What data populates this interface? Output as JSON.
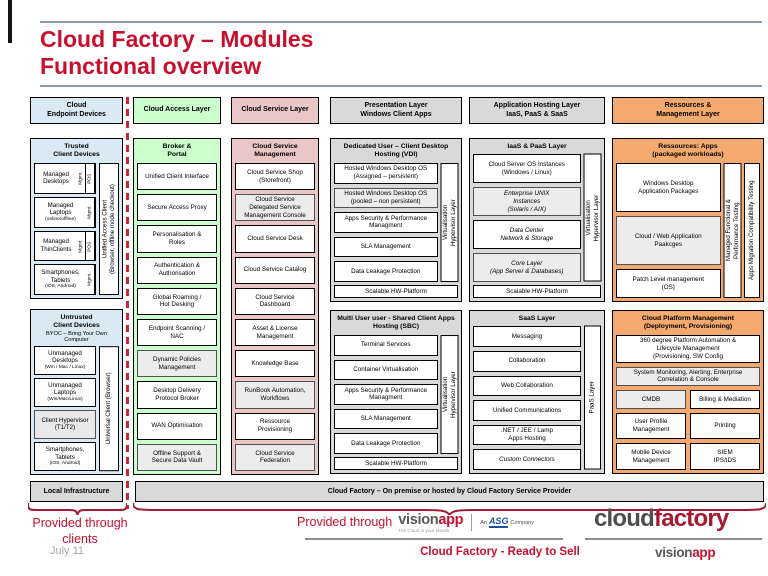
{
  "title": {
    "line1": "Cloud Factory – Modules",
    "line2": "Functional overview"
  },
  "colors": {
    "accent-red": "#c8102e",
    "brace-red": "#a11c33",
    "dash-red": "#cf2233",
    "blue": "#d9eaf4",
    "green": "#ccffcc",
    "pink": "#eac6c6",
    "gray": "#d9d9d9",
    "orange": "#f4a96e",
    "rule-gray": "#8e9aa6",
    "logo-gray": "#4d4d4f",
    "logo-red": "#a51931",
    "vision-gray": "#58595b",
    "asg-blue": "#1b4f9c",
    "footer-gray": "#a6a6a6"
  },
  "headers": [
    "Cloud\nEndpoint Devices",
    "Cloud Access Layer",
    "Cloud Service Layer",
    "Presentation Layer\nWindows Client Apps",
    "Application Hosting Layer\nIaaS, PaaS & SaaS",
    "Ressources &\nManagement Layer"
  ],
  "endpoint": {
    "trusted": {
      "title": "Trusted\nClient Devices",
      "devices": [
        {
          "label": "Managed\nDesktops",
          "tags": [
            "Mgmt.",
            "POS"
          ]
        },
        {
          "label": "Managed\nLaptops",
          "sub": "(online/offline)",
          "tags": [
            "Mgmt."
          ]
        },
        {
          "label": "Managed\nThinClients",
          "tags": [
            "Mgmt.",
            "POS"
          ]
        },
        {
          "label": "Smartphones,\nTablets",
          "sub": "(iOS, Android)",
          "tags": [
            "Mgmt."
          ]
        }
      ],
      "side": "Unified Access Client\n(Browser, offline mode checkout)"
    },
    "untrusted": {
      "title": "Untrusted\nClient Devices",
      "subtitle": "BYOC – Bring Your Own\nComputer",
      "devices": [
        {
          "label": "Unmanaged\nDesktops",
          "sub": "(Win / Mac / Linux)"
        },
        {
          "label": "Unmanaged\nLaptops",
          "sub": "(Win/Mac/Linux)"
        },
        {
          "label": "Client Hypervisor\n(T1/T2)",
          "alt": true
        },
        {
          "label": "Smartphones,\nTablets",
          "sub": "(iOS, Android)"
        }
      ],
      "side": "Universal Client (Browser)"
    }
  },
  "access": {
    "title": "Broker &\nPortal",
    "items": [
      {
        "label": "Unified Client Interface"
      },
      {
        "label": "Secure Access Proxy"
      },
      {
        "label": "Personalisation &\nRoles"
      },
      {
        "label": "Authentication &\nAuthorisation"
      },
      {
        "label": "Global Roaming /\nHot Desking"
      },
      {
        "label": "Endpoint Scanning /\nNAC"
      },
      {
        "label": "Dynamic Policies\nManagement",
        "alt": true
      },
      {
        "label": "Desktop Delivery\nProtocol Broker"
      },
      {
        "label": "WAN Optimisation"
      },
      {
        "label": "Offline Support &\nSecure Data Vault",
        "alt": true
      }
    ]
  },
  "service": {
    "title": "Cloud Service\nManagement",
    "items": [
      {
        "label": "Cloud Service Shop\n(Storefront)"
      },
      {
        "label": "Cloud Service\nDelegated Service\nManagement Console",
        "alt": true
      },
      {
        "label": "Cloud Service Desk"
      },
      {
        "label": "Cloud Service Catalog"
      },
      {
        "label": "Cloud Service\nDashboard"
      },
      {
        "label": "Asset & License\nManagement"
      },
      {
        "label": "Knowledge Base"
      },
      {
        "label": "RunBook Automation,\nWorkflows",
        "alt": true
      },
      {
        "label": "Ressource\nProvisioning"
      },
      {
        "label": "Cloud Service\nFederation",
        "alt": true
      }
    ]
  },
  "presentation": {
    "vdi": {
      "title": "Dedicated User – Client Desktop\nHosting (VDI)",
      "items": [
        {
          "label": "Hosted Windows Desktop OS\n(Assigned – persistent)"
        },
        {
          "label": "Hosted Windows Desktop OS\n(pooled – non persistent)",
          "alt": true
        },
        {
          "label": "Apps Security & Performance\nManagment"
        },
        {
          "label": "SLA Management"
        },
        {
          "label": "Data Leakage Protection"
        }
      ],
      "side": "Virtualisation\nHypervisor Layer",
      "bottom": "Scalable HW-Platform"
    },
    "sbc": {
      "title": "Multi User user - Shared Client Apps\nHosting (SBC)",
      "items": [
        {
          "label": "Terminal Services"
        },
        {
          "label": "Container Virtualisation"
        },
        {
          "label": "Apps Security & Performance\nManagment"
        },
        {
          "label": "SLA Management"
        },
        {
          "label": "Data Leakage Protection"
        }
      ],
      "side": "Virtualisation\nHypervisor Layer",
      "bottom": "Scalable HW-Platform"
    }
  },
  "hosting": {
    "iaas": {
      "title": "IaaS & PaaS Layer",
      "items": [
        {
          "label": "Cloud Server OS Instances\n(Windows / Linux)"
        },
        {
          "label": "Enterprise UNIX\nInstances\n(Solaris / AIX)",
          "alt": true,
          "italic": true
        },
        {
          "label": "Data Center\nNetwork & Storage",
          "italic": true
        },
        {
          "label": "Core Layer\n(App Server & Databases)",
          "alt": true,
          "italic": true
        }
      ],
      "side": "Virtualisation\nHypervisor Layer",
      "bottom": "Scalable HW-Platform"
    },
    "saas": {
      "title": "SaaS Layer",
      "items": [
        {
          "label": "Messaging"
        },
        {
          "label": "Collaboration"
        },
        {
          "label": "Web Collaboration"
        },
        {
          "label": "Unified Communications"
        },
        {
          "label": ".NET / JEE / Lamp\nApps Hosting"
        },
        {
          "label": "Custom Connectors",
          "italic": true
        }
      ],
      "side": "PaaS Layer"
    }
  },
  "resources": {
    "apps": {
      "title": "Ressources: Apps\n(packaged workloads)",
      "items": [
        {
          "label": "Windows Desktop\nApplication Packages"
        },
        {
          "label": "Cloud / Web Application\nPaakcges",
          "alt": true
        },
        {
          "label": "Patch Level management\n(OS)"
        }
      ],
      "sides": [
        "Managed Functional &\nPerformance Testing",
        "Apps Migration Compatibility Testing"
      ]
    },
    "platform": {
      "title": "Cloud Platform Management\n(Deployment, Provisioning)",
      "full_items": [
        {
          "label": "360 degree Platform Automation &\nLifecycle Management\n(Provisioning, SW Config"
        },
        {
          "label": "System Monitoring, Alerting, Enterprise\nCorrelation & Console",
          "alt": true
        }
      ],
      "grid_items": [
        {
          "label": "CMDB",
          "alt": true
        },
        {
          "label": "Billing & Mediation"
        },
        {
          "label": "User Profile\nManagement"
        },
        {
          "label": "Printing"
        },
        {
          "label": "Mobile Device\nManagement"
        },
        {
          "label": "SIEM\nIPS/IDS"
        }
      ]
    }
  },
  "bottom": {
    "local": "Local Infrastructure",
    "bar": "Cloud Factory – On premise or hosted by Cloud Factory Service Provider",
    "provided_clients": "Provided through\nclients",
    "provided_through": "Provided through"
  },
  "branding": {
    "vision": "vision",
    "app": "app",
    "tagline": "The Cloud in your Hands",
    "asg_an": "An",
    "asg_name": "ASG",
    "asg_company": "Company",
    "cf_cloud": "cloud",
    "cf_factory": "factory"
  },
  "footer": {
    "date": "July 11",
    "status": "Cloud Factory - Ready to Sell",
    "vision": "vision",
    "app": "app"
  }
}
